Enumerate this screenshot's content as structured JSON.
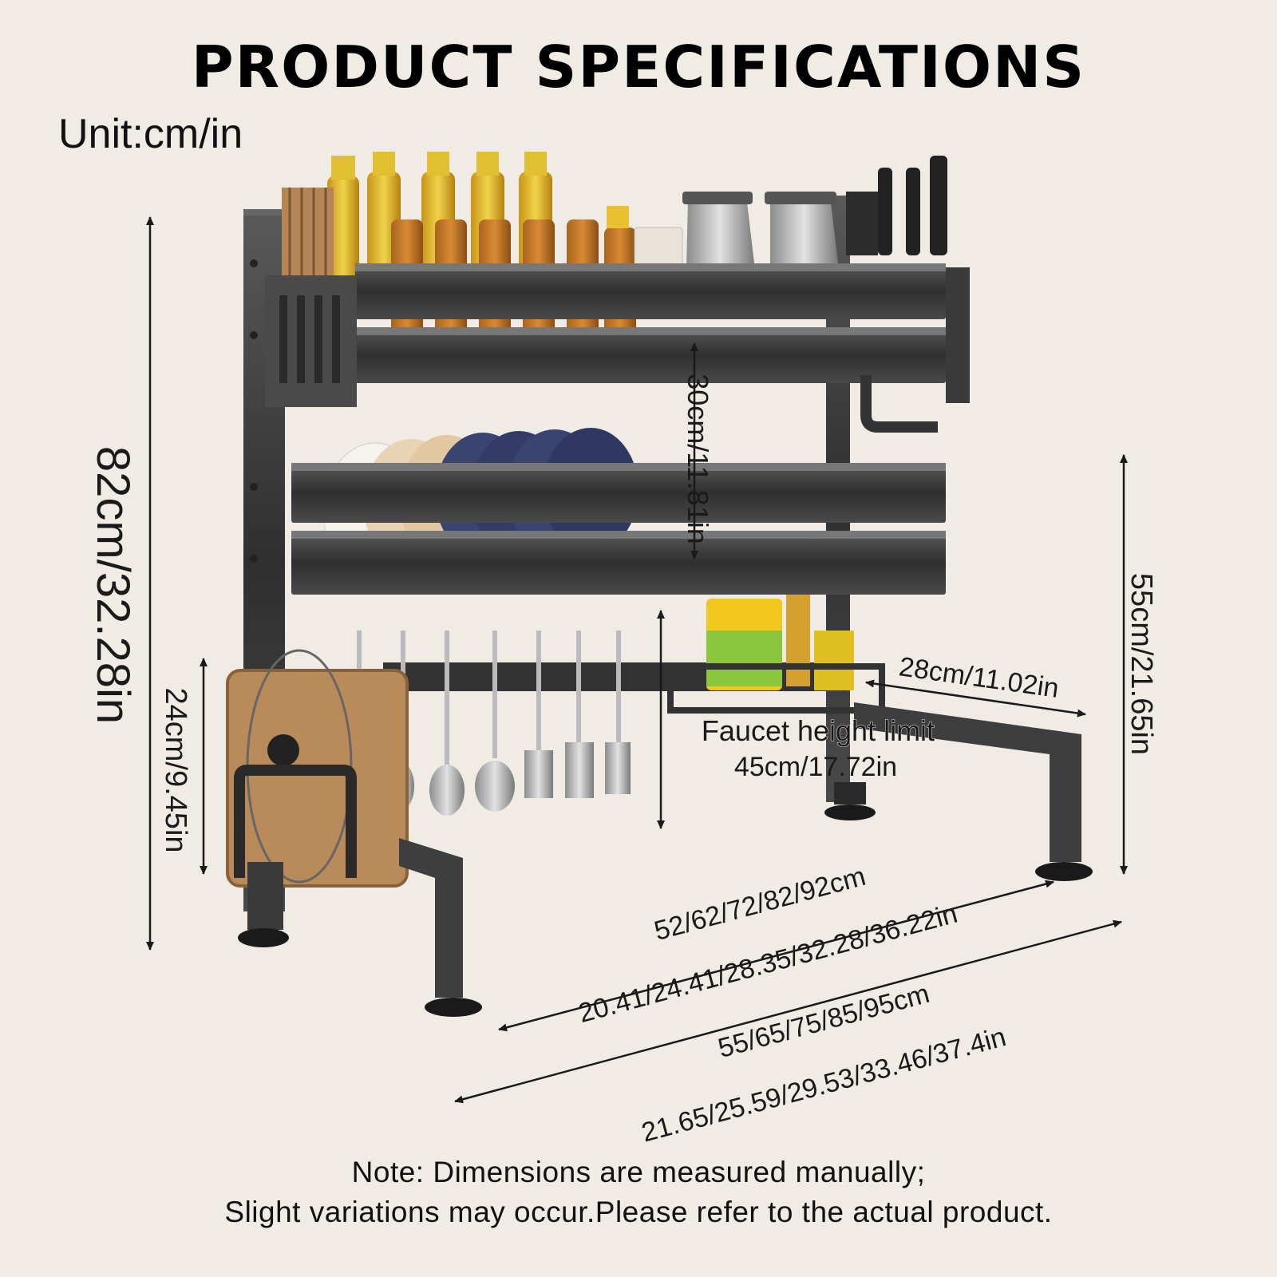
{
  "header": {
    "title": "PRODUCT SPECIFICATIONS",
    "unit": "Unit:cm/in"
  },
  "dimensions": {
    "total_height": "82cm/32.28in",
    "shelf_gap": "30cm/11.81in",
    "bottom_height": "24cm/9.45in",
    "leg_height": "55cm/21.65in",
    "depth": "28cm/11.02in",
    "faucet_limit_label": "Faucet height limit",
    "faucet_limit_value": "45cm/17.72in",
    "inner_width_cm": "52/62/72/82/92cm",
    "inner_width_in": "20.41/24.41/28.35/32.28/36.22in",
    "outer_width_cm": "55/65/75/85/95cm",
    "outer_width_in": "21.65/25.59/29.53/33.46/37.4in"
  },
  "note": {
    "line1": "Note: Dimensions are measured manually;",
    "line2": "Slight variations may occur.Please refer to the actual product."
  },
  "colors": {
    "background": "#f0ebe5",
    "rack": "#3d3d3d",
    "wood": "#b98a5a",
    "plate_blue": "#3a4470",
    "bottle": "#d9a526"
  }
}
